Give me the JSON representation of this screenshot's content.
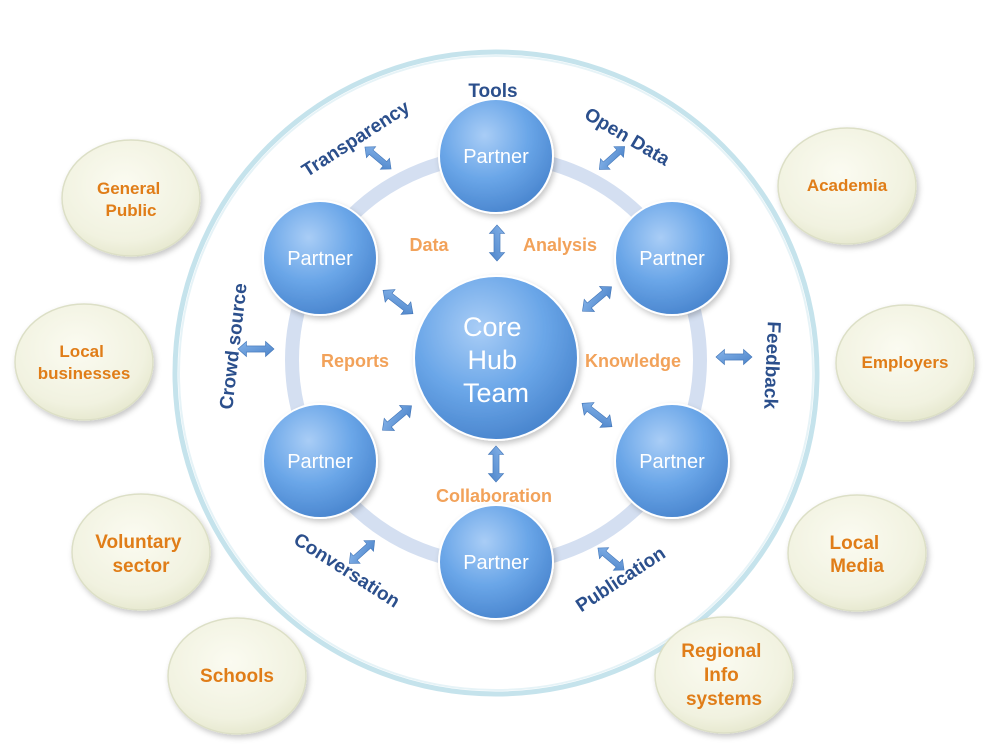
{
  "core": {
    "lines": [
      "Core",
      "Hub",
      "Team"
    ]
  },
  "partners": {
    "label": "Partner"
  },
  "inner_labels": {
    "data": "Data",
    "analysis": "Analysis",
    "reports": "Reports",
    "knowledge": "Knowledge",
    "collaboration": "Collaboration"
  },
  "ring_labels": {
    "tools": "Tools",
    "transparency": "Transparency",
    "open_data": "Open Data",
    "crowd_source": "Crowd source",
    "feedback": "Feedback",
    "conversation": "Conversation",
    "publication": "Publication"
  },
  "stakeholders": {
    "general_public": [
      "General",
      "Public"
    ],
    "academia": [
      "Academia"
    ],
    "local_businesses": [
      "Local",
      "businesses"
    ],
    "employers": [
      "Employers"
    ],
    "voluntary_sector": [
      "Voluntary",
      "sector"
    ],
    "local_media": [
      "Local",
      "Media"
    ],
    "schools": [
      "Schools"
    ],
    "regional_info": [
      "Regional",
      "Info",
      "systems"
    ]
  },
  "colors": {
    "partner_fill": "#5f9ee3",
    "stakeholder_fill": "#f1f2e0",
    "outer_ring": "#bfe0ea",
    "inner_ring": "#d6e1f2",
    "arrow": "#5b93d5",
    "stakeholder_text": "#e07d18",
    "inner_text": "#f2a25a",
    "ring_text": "#2b4f8c"
  }
}
